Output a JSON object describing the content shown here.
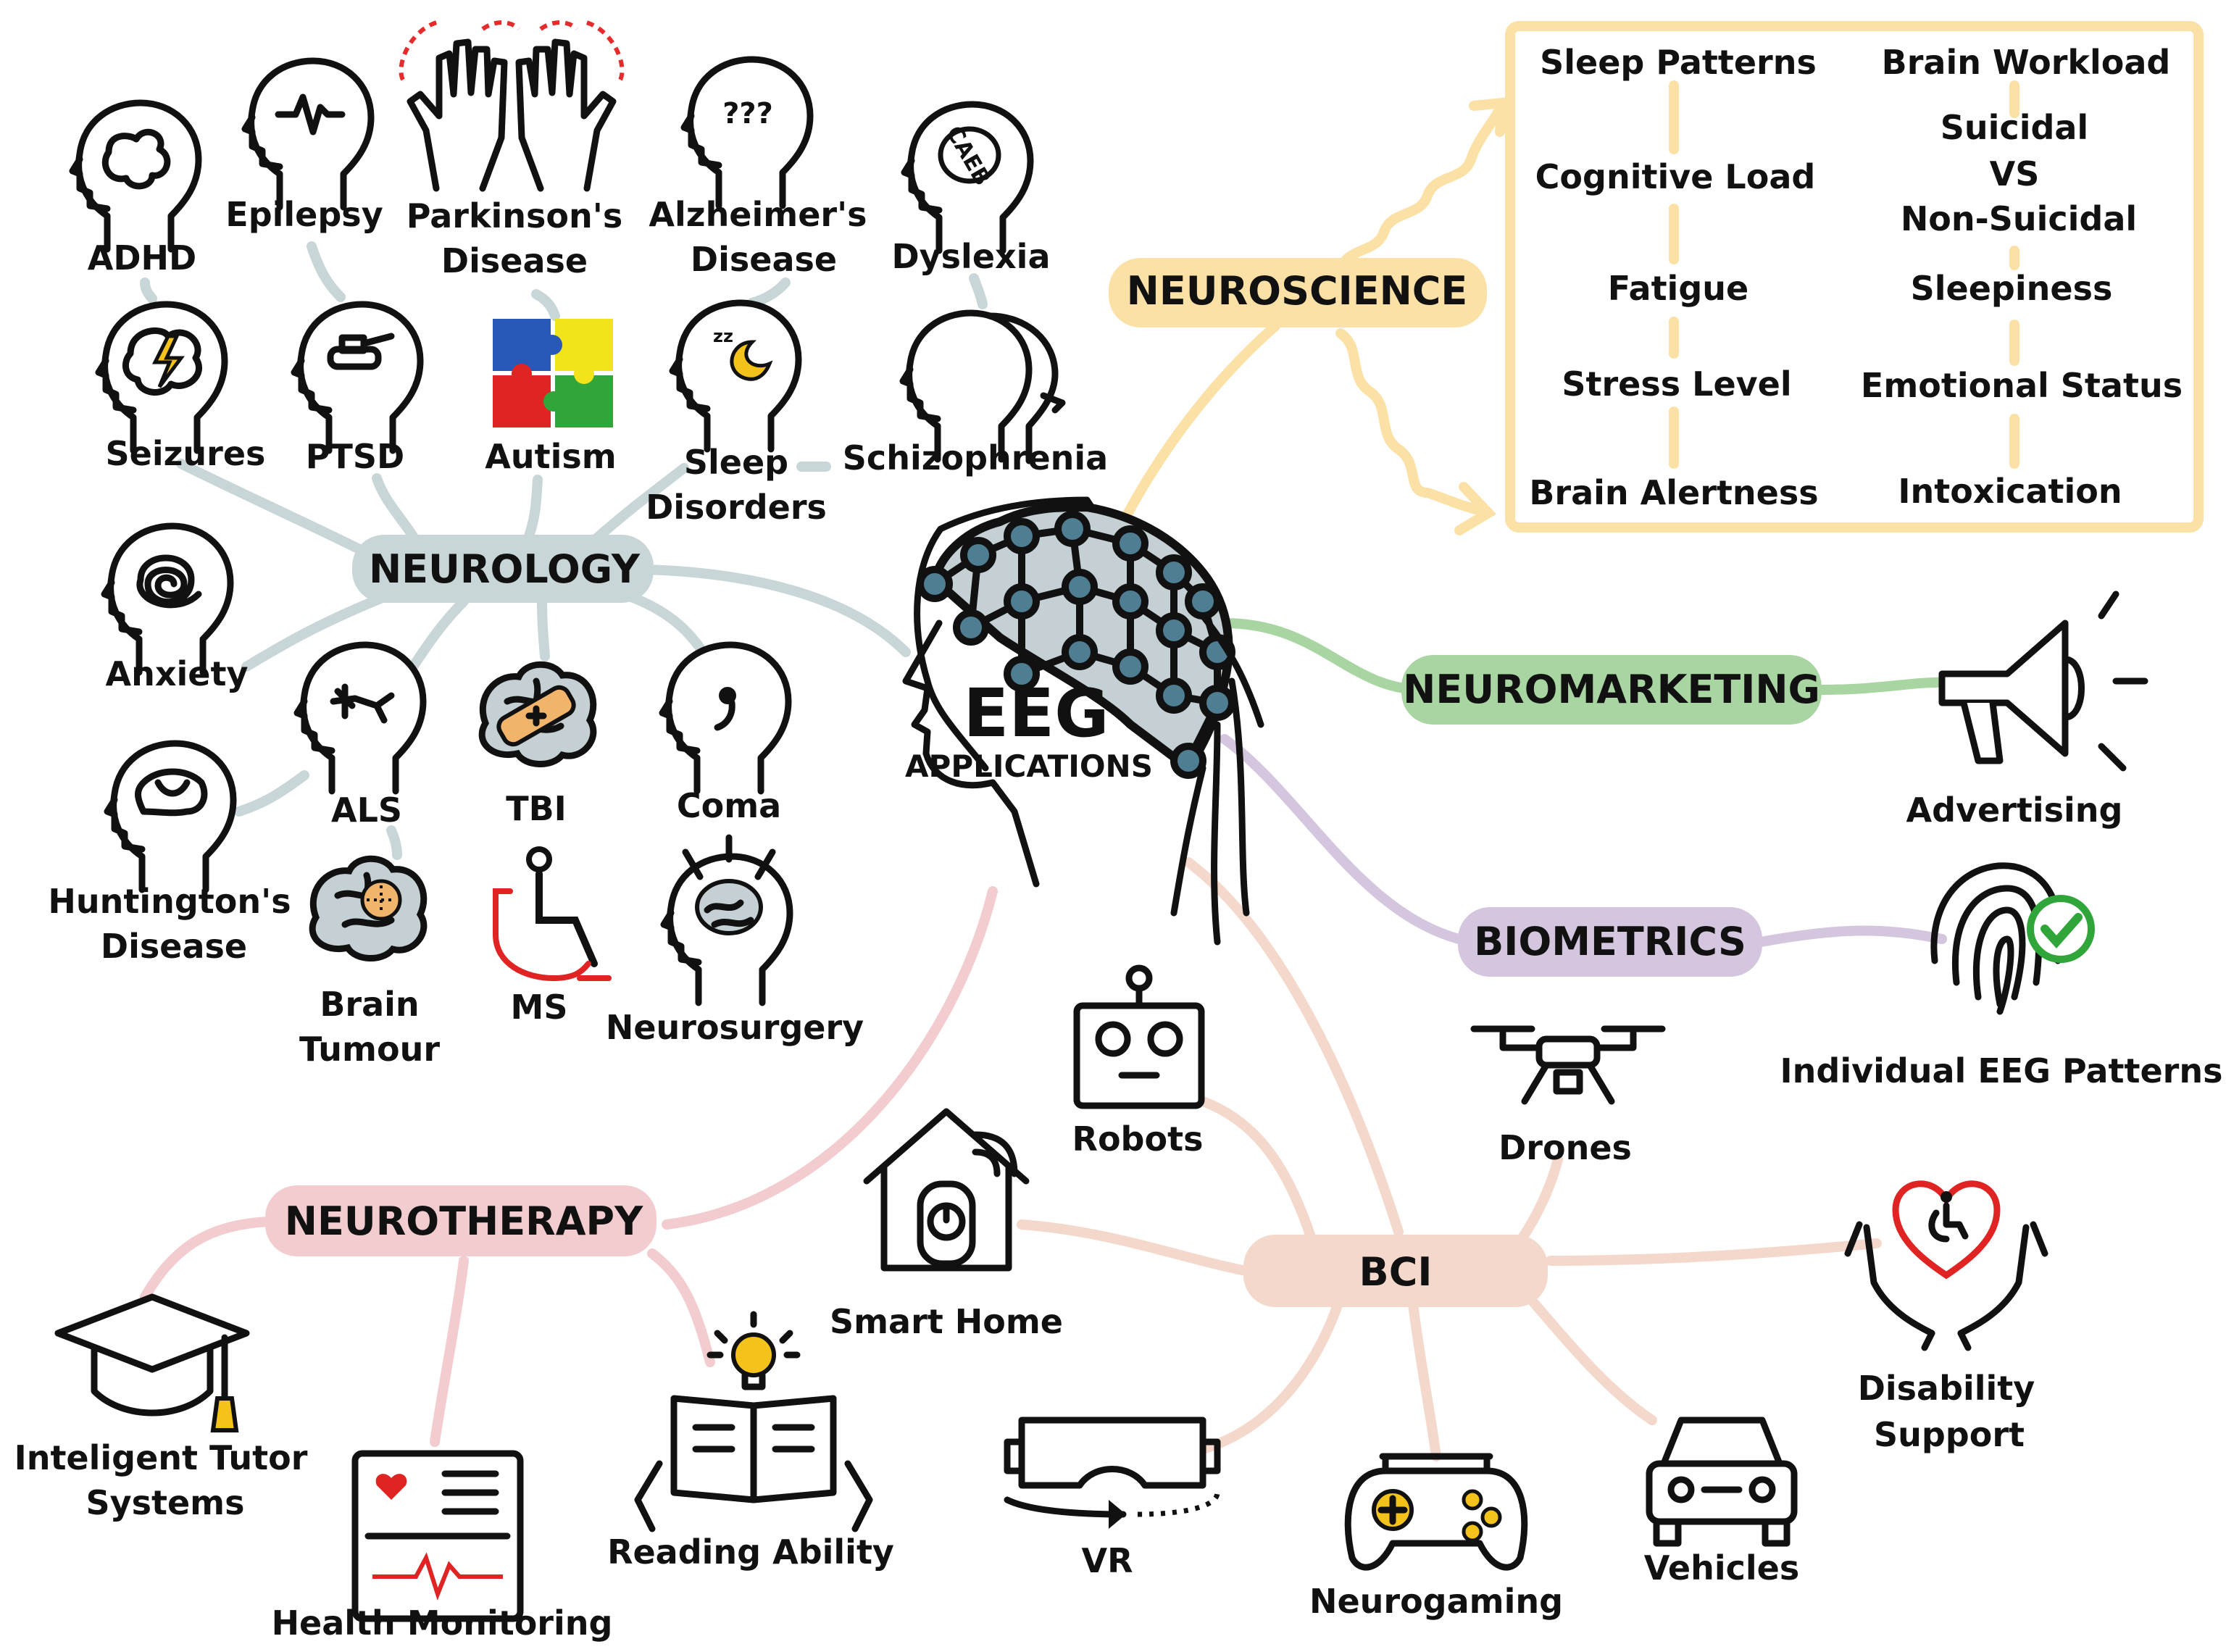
{
  "center": {
    "title": "EEG",
    "subtitle": "APPLICATIONS"
  },
  "colors": {
    "neuroscience": "#fbe1a6",
    "neurology": "#c9d6d8",
    "neuromarketing": "#a9d5a3",
    "biometrics": "#d4c6de",
    "neurotherapy": "#f3cccf",
    "bci": "#f4d8cb",
    "node": "#4f7d92",
    "brain_fill": "#c4d0d3"
  },
  "categories": {
    "neuroscience": "NEUROSCIENCE",
    "neurology": "NEUROLOGY",
    "neuromarketing": "NEUROMARKETING",
    "biometrics": "BIOMETRICS",
    "neurotherapy": "NEUROTHERAPY",
    "bci": "BCI"
  },
  "neuroscience_box": {
    "left": [
      "Sleep Patterns",
      "Cognitive Load",
      "Fatigue",
      "Stress Level",
      "Brain Alertness"
    ],
    "right_1": "Brain Workload",
    "right_2": [
      "Suicidal",
      "VS",
      "Non-Suicidal"
    ],
    "right_3": [
      "Sleepiness",
      "Emotional Status",
      "Intoxication"
    ]
  },
  "neurology": {
    "adhd": "ADHD",
    "epilepsy": "Epilepsy",
    "parkinsons": [
      "Parkinson's",
      "Disease"
    ],
    "alzheimers": [
      "Alzheimer's",
      "Disease"
    ],
    "dyslexia": "Dyslexia",
    "seizures": "Seizures",
    "ptsd": "PTSD",
    "autism": "Autism",
    "sleep_disorders": [
      "Sleep",
      "Disorders"
    ],
    "schizophrenia": "Schizophrenia",
    "anxiety": "Anxiety",
    "als": "ALS",
    "tbi": "TBI",
    "coma": "Coma",
    "huntingtons": [
      "Huntington's",
      "Disease"
    ],
    "brain_tumour": [
      "Brain",
      "Tumour"
    ],
    "ms": "MS",
    "neurosurgery": "Neurosurgery"
  },
  "neuromarketing_items": {
    "advertising": "Advertising"
  },
  "biometrics_items": {
    "patterns": "Individual EEG Patterns"
  },
  "bci_items": {
    "robots": "Robots",
    "drones": "Drones",
    "smart_home": "Smart Home",
    "vr": "VR",
    "neurogaming": "Neurogaming",
    "vehicles": "Vehicles",
    "disability": [
      "Disability",
      "Support"
    ]
  },
  "neurotherapy_items": {
    "tutor": [
      "Inteligent Tutor",
      "Systems"
    ],
    "health": "Health Monitoring",
    "reading": "Reading Ability"
  },
  "icons": {
    "pen": "pen-icon",
    "head": "head-profile-icon",
    "hands": "raised-hands-icon",
    "puzzle": "puzzle-icon",
    "brain": "brain-icon",
    "wheelchair": "wheelchair-icon",
    "megaphone": "megaphone-icon",
    "fingerprint": "fingerprint-icon",
    "drone": "drone-icon",
    "robot": "robot-icon",
    "house": "smart-home-icon",
    "vr": "vr-headset-icon",
    "gamepad": "gamepad-icon",
    "car": "car-icon",
    "heart_hands": "heart-hands-icon",
    "cap": "graduation-cap-icon",
    "monitor": "health-monitor-icon",
    "book": "book-lightbulb-icon"
  }
}
